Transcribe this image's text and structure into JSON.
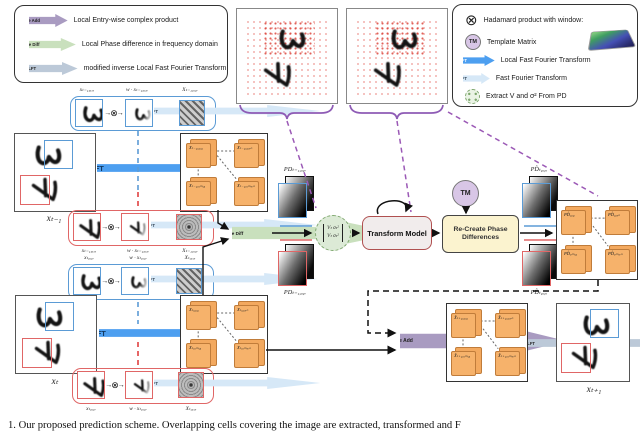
{
  "legend_left": {
    "items": [
      {
        "tag": "Phase Add",
        "desc": "Local Entry-wise complex product"
      },
      {
        "tag": "Phase Diff",
        "desc": "Local Phase difference in frequency domain"
      },
      {
        "tag": "m-iLFT",
        "desc": "modified inverse Local Fast Fourier Transform"
      }
    ]
  },
  "legend_right": {
    "hadamard_desc": "Hadamard product with window:",
    "tm_tag": "TM",
    "tm_desc": "Template Matrix",
    "lft_tag": "LFT",
    "lft_desc": "Local Fast Fourier Transform",
    "fft_tag": "FFT",
    "fft_desc": "Fast Fourier Transform",
    "extract_desc": "Extract V and σ²  From PD"
  },
  "icons": {
    "hadamard": "⊗",
    "arrow_right": "→"
  },
  "flow": {
    "lft": "LFT",
    "fft": "FFT",
    "phase_diff": "Phase Diff",
    "phase_add": "Phase Add",
    "m_ilft": "m-iLFT",
    "transform_model": "Transform Model",
    "recreate": "Re-Create Phase Differences",
    "tm": "TM"
  },
  "frames": {
    "prev": "xₜ₋₁",
    "curr": "xₜ",
    "next": "xₜ₊₁"
  },
  "strip_top": {
    "l1": "xₜ₋₁,ᵤ,ᵥ",
    "l2": "w · xₜ₋₁,ᵤ,ᵥ",
    "l3": "Xₜ₋₁,ᵤ,ᵥ"
  },
  "strip_mid": {
    "r1a": "xₜ₋₁,ᵤ,ᵥ",
    "r1b": "xₜ,ᵤ,ᵥ",
    "r2a": "w · xₜ₋₁,ᵤ,ᵥ",
    "r2b": "w · xₜ,ᵤ,ᵥ",
    "r3a": "Xₜ₋₁,ᵤ,ᵥ",
    "r3b": "Xₜ,ᵤ,ᵥ"
  },
  "strip_bottom": {
    "l1": "xₜ,ᵤ,ᵥ",
    "l2": "w · xₜ,ᵤ,ᵥ",
    "l3": "Xₜ,ᵤ,ᵥ"
  },
  "pd": {
    "top_label": "PDₜ₋₁,ᵤ,ᵥ",
    "bottom_label": "PDₜ₋₁,ᵤ,ᵥ",
    "hat_top_label": "PD̂ₜ,ᵤ,ᵥ",
    "hat_bottom_label": "PD̂ₜ,ᵤ,ᵥ"
  },
  "extract_circle": {
    "row1": "Vₜ  σₜ²",
    "row2": "Vₜ  σₜ²"
  },
  "cells": {
    "prev": [
      "Xₜ₋₁,₀,₀",
      "Xₜ₋₁,₀,ᵥₙ",
      "Xₜ₋₁,ᵤₘ,₀",
      "Xₜ₋₁,ᵤₘ,ᵥₙ"
    ],
    "curr": [
      "Xₜ,₀,₀",
      "Xₜ,₀,ᵥₙ",
      "Xₜ,ᵤₘ,₀",
      "Xₜ,ᵤₘ,ᵥₙ"
    ],
    "pdhat": [
      "PD̂₀,₀",
      "PD̂₀,ᵥₙ",
      "PD̂ᵤₘ,₀",
      "PD̂ᵤₘ,ᵥₙ"
    ],
    "next": [
      "X̂ₜ₊₁,₀,₀",
      "X̂ₜ₊₁,₀,ᵥₙ",
      "X̂ₜ₊₁,ᵤₘ,₀",
      "X̂ₜ₊₁,ᵤₘ,ᵥₙ"
    ]
  },
  "caption": "1.  Our proposed prediction scheme.  Overlapping cells covering the image are extracted, transformed and F",
  "colors": {
    "lft_blue": "#4d9ff0",
    "fft_pale": "#d6e8f7",
    "green": "#c9e0bd",
    "purple": "#a99bc1",
    "gray_blue": "#bcc9d8",
    "orange": "#f6b26b",
    "red": "#e06666",
    "blue": "#5b9bd5",
    "yellow": "#fbf3cf",
    "lavender": "#d8c6e6"
  }
}
